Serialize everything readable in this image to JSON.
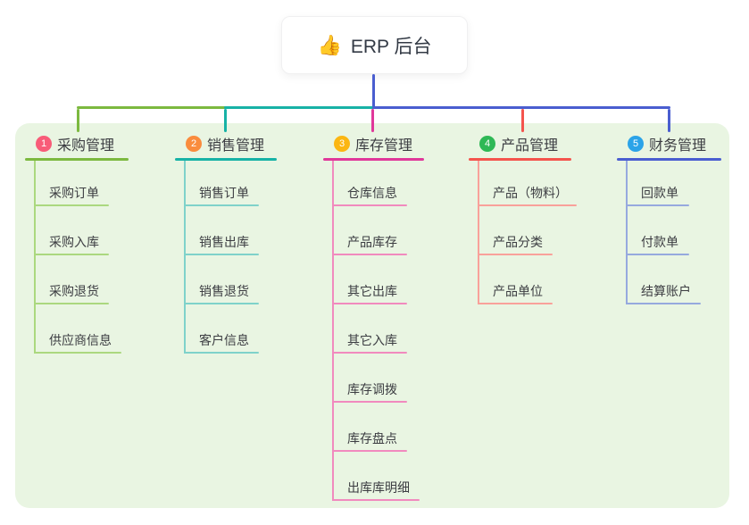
{
  "root": {
    "icon": "👍",
    "label": "ERP 后台"
  },
  "panel_color": "#e9f5e2",
  "trunk_color": "#4a5ed0",
  "branches": [
    {
      "num": "1",
      "label": "采购管理",
      "badge_color": "#f85c78",
      "line_color": "#7cb93f",
      "child_line_color": "#abd87f",
      "children": [
        "采购订单",
        "采购入库",
        "采购退货",
        "供应商信息"
      ]
    },
    {
      "num": "2",
      "label": "销售管理",
      "badge_color": "#fa8c3d",
      "line_color": "#17b2a6",
      "child_line_color": "#7fd2ca",
      "children": [
        "销售订单",
        "销售出库",
        "销售退货",
        "客户信息"
      ]
    },
    {
      "num": "3",
      "label": "库存管理",
      "badge_color": "#fbb612",
      "line_color": "#e0389a",
      "child_line_color": "#f18abe",
      "children": [
        "仓库信息",
        "产品库存",
        "其它出库",
        "其它入库",
        "库存调拨",
        "库存盘点",
        "出库库明细"
      ]
    },
    {
      "num": "4",
      "label": "产品管理",
      "badge_color": "#2eb855",
      "line_color": "#f4544d",
      "child_line_color": "#f9a19a",
      "children": [
        "产品（物料）",
        "产品分类",
        "产品单位"
      ]
    },
    {
      "num": "5",
      "label": "财务管理",
      "badge_color": "#2ba3e8",
      "line_color": "#4a5ed0",
      "child_line_color": "#96a9de",
      "children": [
        "回款单",
        "付款单",
        "结算账户"
      ]
    }
  ]
}
